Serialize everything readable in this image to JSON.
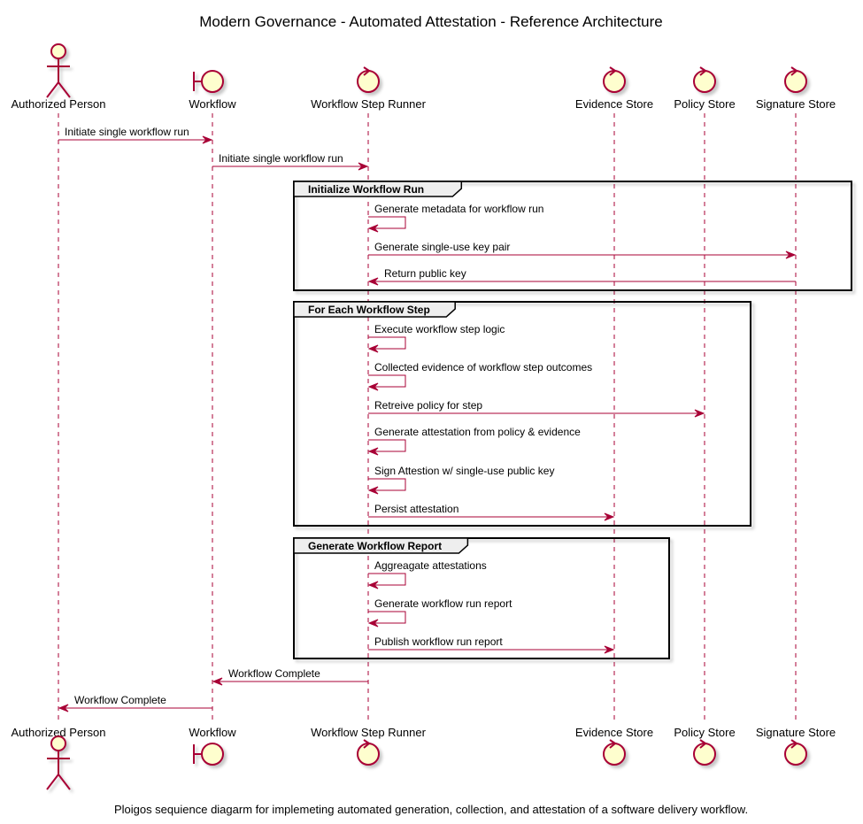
{
  "title": "Modern Governance - Automated Attestation - Reference Architecture",
  "caption": "Ploigos sequience diagarm for implemeting automated generation, collection, and attestation of a software delivery workflow.",
  "colors": {
    "line": "#A80036",
    "fill": "#FEFECE",
    "border": "#000000"
  },
  "participants": [
    {
      "id": "person",
      "label": "Authorized Person",
      "icon": "actor-icon"
    },
    {
      "id": "workflow",
      "label": "Workflow",
      "icon": "boundary-icon"
    },
    {
      "id": "runner",
      "label": "Workflow Step Runner",
      "icon": "control-icon"
    },
    {
      "id": "evidence",
      "label": "Evidence Store",
      "icon": "control-icon"
    },
    {
      "id": "policy",
      "label": "Policy Store",
      "icon": "control-icon"
    },
    {
      "id": "signature",
      "label": "Signature Store",
      "icon": "control-icon"
    }
  ],
  "messages": [
    {
      "from": "person",
      "to": "workflow",
      "label": "Initiate single workflow run"
    },
    {
      "from": "workflow",
      "to": "runner",
      "label": "Initiate single workflow run"
    },
    {
      "from": "runner",
      "to": "runner",
      "label": "Generate metadata for workflow run"
    },
    {
      "from": "runner",
      "to": "signature",
      "label": "Generate single-use key pair"
    },
    {
      "from": "signature",
      "to": "runner",
      "label": "Return public key"
    },
    {
      "from": "runner",
      "to": "runner",
      "label": "Execute workflow step logic"
    },
    {
      "from": "runner",
      "to": "runner",
      "label": "Collected evidence of workflow step outcomes"
    },
    {
      "from": "runner",
      "to": "policy",
      "label": "Retreive policy for step"
    },
    {
      "from": "runner",
      "to": "runner",
      "label": "Generate attestation from policy & evidence"
    },
    {
      "from": "runner",
      "to": "runner",
      "label": "Sign Attestion w/ single-use public key"
    },
    {
      "from": "runner",
      "to": "evidence",
      "label": "Persist attestation"
    },
    {
      "from": "runner",
      "to": "runner",
      "label": "Aggreagate attestations"
    },
    {
      "from": "runner",
      "to": "runner",
      "label": "Generate workflow run report"
    },
    {
      "from": "runner",
      "to": "evidence",
      "label": "Publish workflow run report"
    },
    {
      "from": "runner",
      "to": "workflow",
      "label": "Workflow Complete"
    },
    {
      "from": "workflow",
      "to": "person",
      "label": "Workflow Complete"
    }
  ],
  "groups": [
    {
      "label": "Initialize Workflow Run",
      "first": 2,
      "last": 4
    },
    {
      "label": "For Each Workflow Step",
      "first": 5,
      "last": 10
    },
    {
      "label": "Generate Workflow Report",
      "first": 11,
      "last": 13
    }
  ]
}
